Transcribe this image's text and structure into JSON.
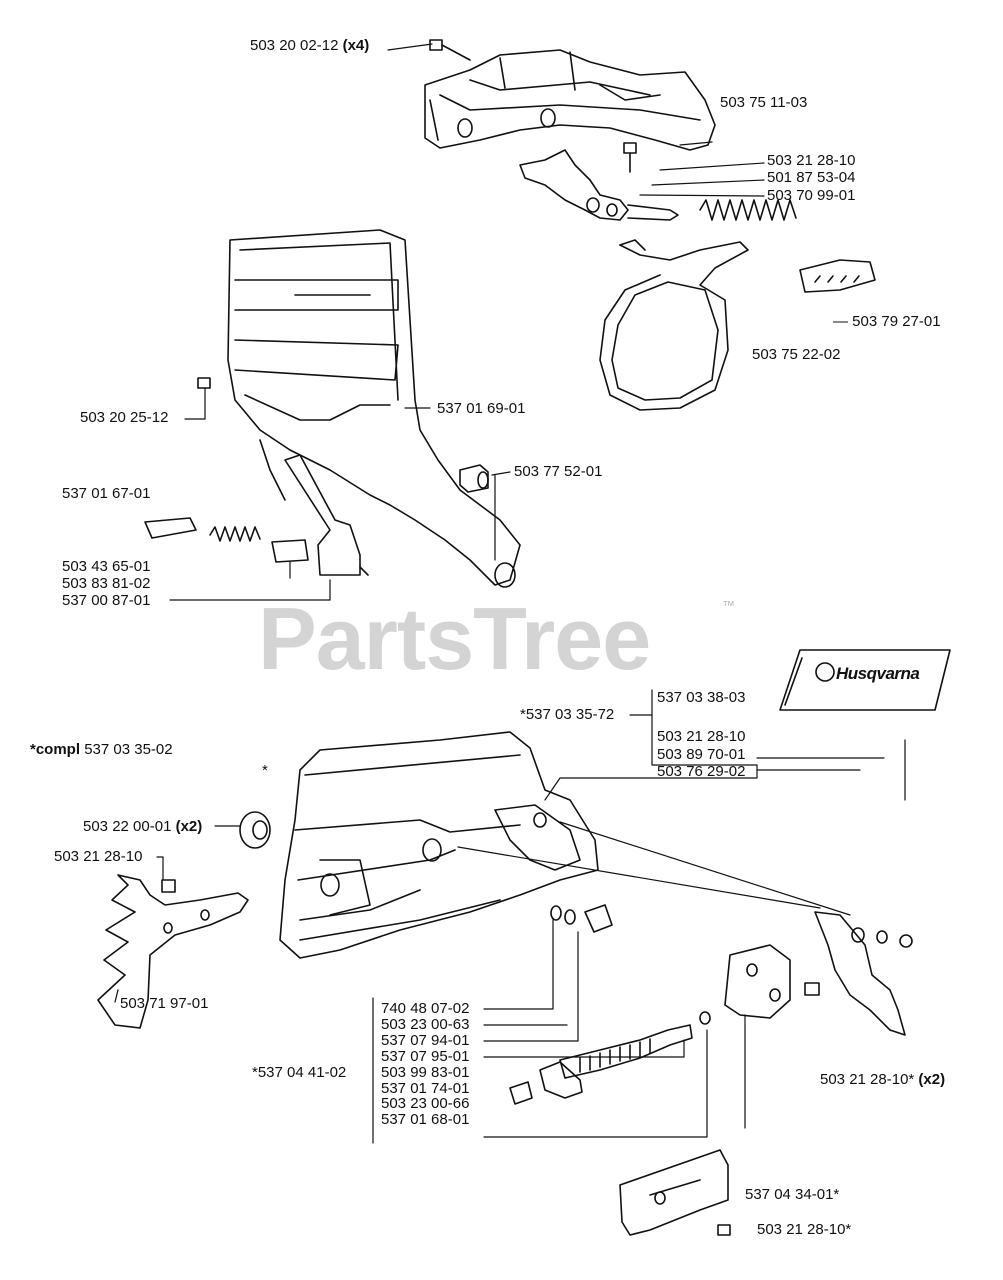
{
  "watermark": {
    "text": "PartsTree",
    "tm": "™"
  },
  "brand": {
    "name": "Husqvarna"
  },
  "labels": {
    "l1": {
      "num": "503 20 02-12",
      "qty": "(x4)"
    },
    "l2": {
      "num": "503 75 11-03"
    },
    "l3": {
      "num": "503 21 28-10"
    },
    "l4": {
      "num": "501 87 53-04"
    },
    "l5": {
      "num": "503 70 99-01"
    },
    "l6": {
      "num": "— 503 79 27-01"
    },
    "l7": {
      "num": "503 75 22-02"
    },
    "l8": {
      "num": "503 20 25-12"
    },
    "l9": {
      "num": "537 01 69-01"
    },
    "l10": {
      "num": "503 77 52-01"
    },
    "l11": {
      "num": "537 01 67-01"
    },
    "l12": {
      "num": "503 43 65-01"
    },
    "l13": {
      "num": "503 83 81-02"
    },
    "l14": {
      "num": "537 00 87-01"
    },
    "l15": {
      "num": "*537 03 35-72"
    },
    "l16": {
      "num": "537 03 38-03"
    },
    "l17": {
      "num": "503 21 28-10"
    },
    "l18": {
      "num": "503 89 70-01"
    },
    "l19": {
      "num": "503 76 29-02"
    },
    "l20": {
      "prefix": "*compl",
      "num": "537 03 35-02"
    },
    "l21": {
      "num": "*"
    },
    "l22": {
      "num": "503 22 00-01",
      "qty": "(x2)"
    },
    "l23": {
      "num": "503 21 28-10"
    },
    "l24": {
      "num": "503 71 97-01"
    },
    "l25": {
      "num": "*537 04 41-02"
    },
    "l26": {
      "num": "503 21 28-10*",
      "qty": "(x2)"
    },
    "l27": {
      "num": "537 04 34-01*"
    },
    "l28": {
      "num": "503 21 28-10*"
    }
  },
  "stack_list": [
    "740 48 07-02",
    "503 23 00-63",
    "537 07 94-01",
    "537 07 95-01",
    "503 99 83-01",
    "537 01 74-01",
    "503 23 00-66",
    "537 01 68-01"
  ]
}
